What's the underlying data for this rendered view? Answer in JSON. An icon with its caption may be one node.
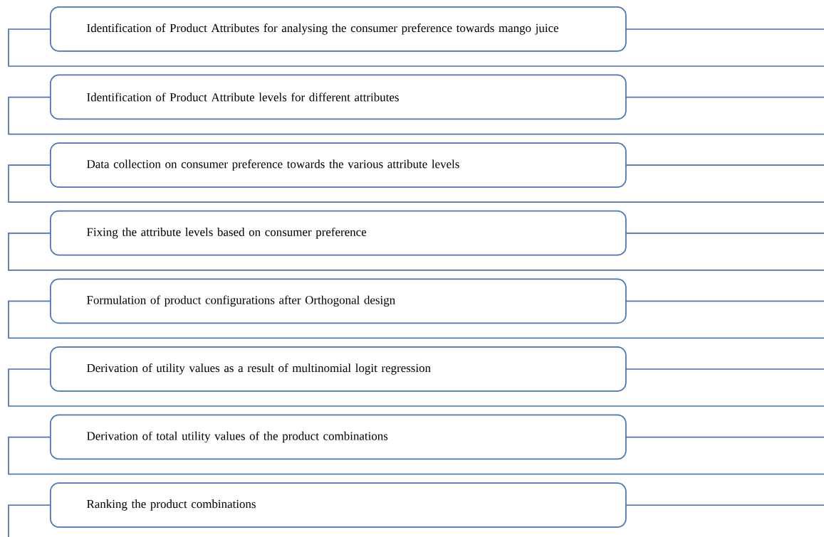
{
  "diagram": {
    "nodes": [
      {
        "text": [
          "Identification of Product Attributes for analysing the consumer preference towards mango juice"
        ]
      },
      {
        "text": [
          "Identification of Product Attribute levels for different attributes"
        ]
      },
      {
        "text": [
          "Data collection on consumer preference towards the various attribute levels"
        ]
      },
      {
        "text": [
          "Fixing the attribute levels based on consumer preference"
        ]
      },
      {
        "text": [
          "Formulation of product configurations after Orthogonal design"
        ]
      },
      {
        "text": [
          "Derivation of utility values as a result of multinomial logit regression"
        ]
      },
      {
        "text": [
          "Derivation of total utility values of the product combinations"
        ]
      },
      {
        "text": [
          "Ranking the product combinations"
        ]
      }
    ]
  }
}
